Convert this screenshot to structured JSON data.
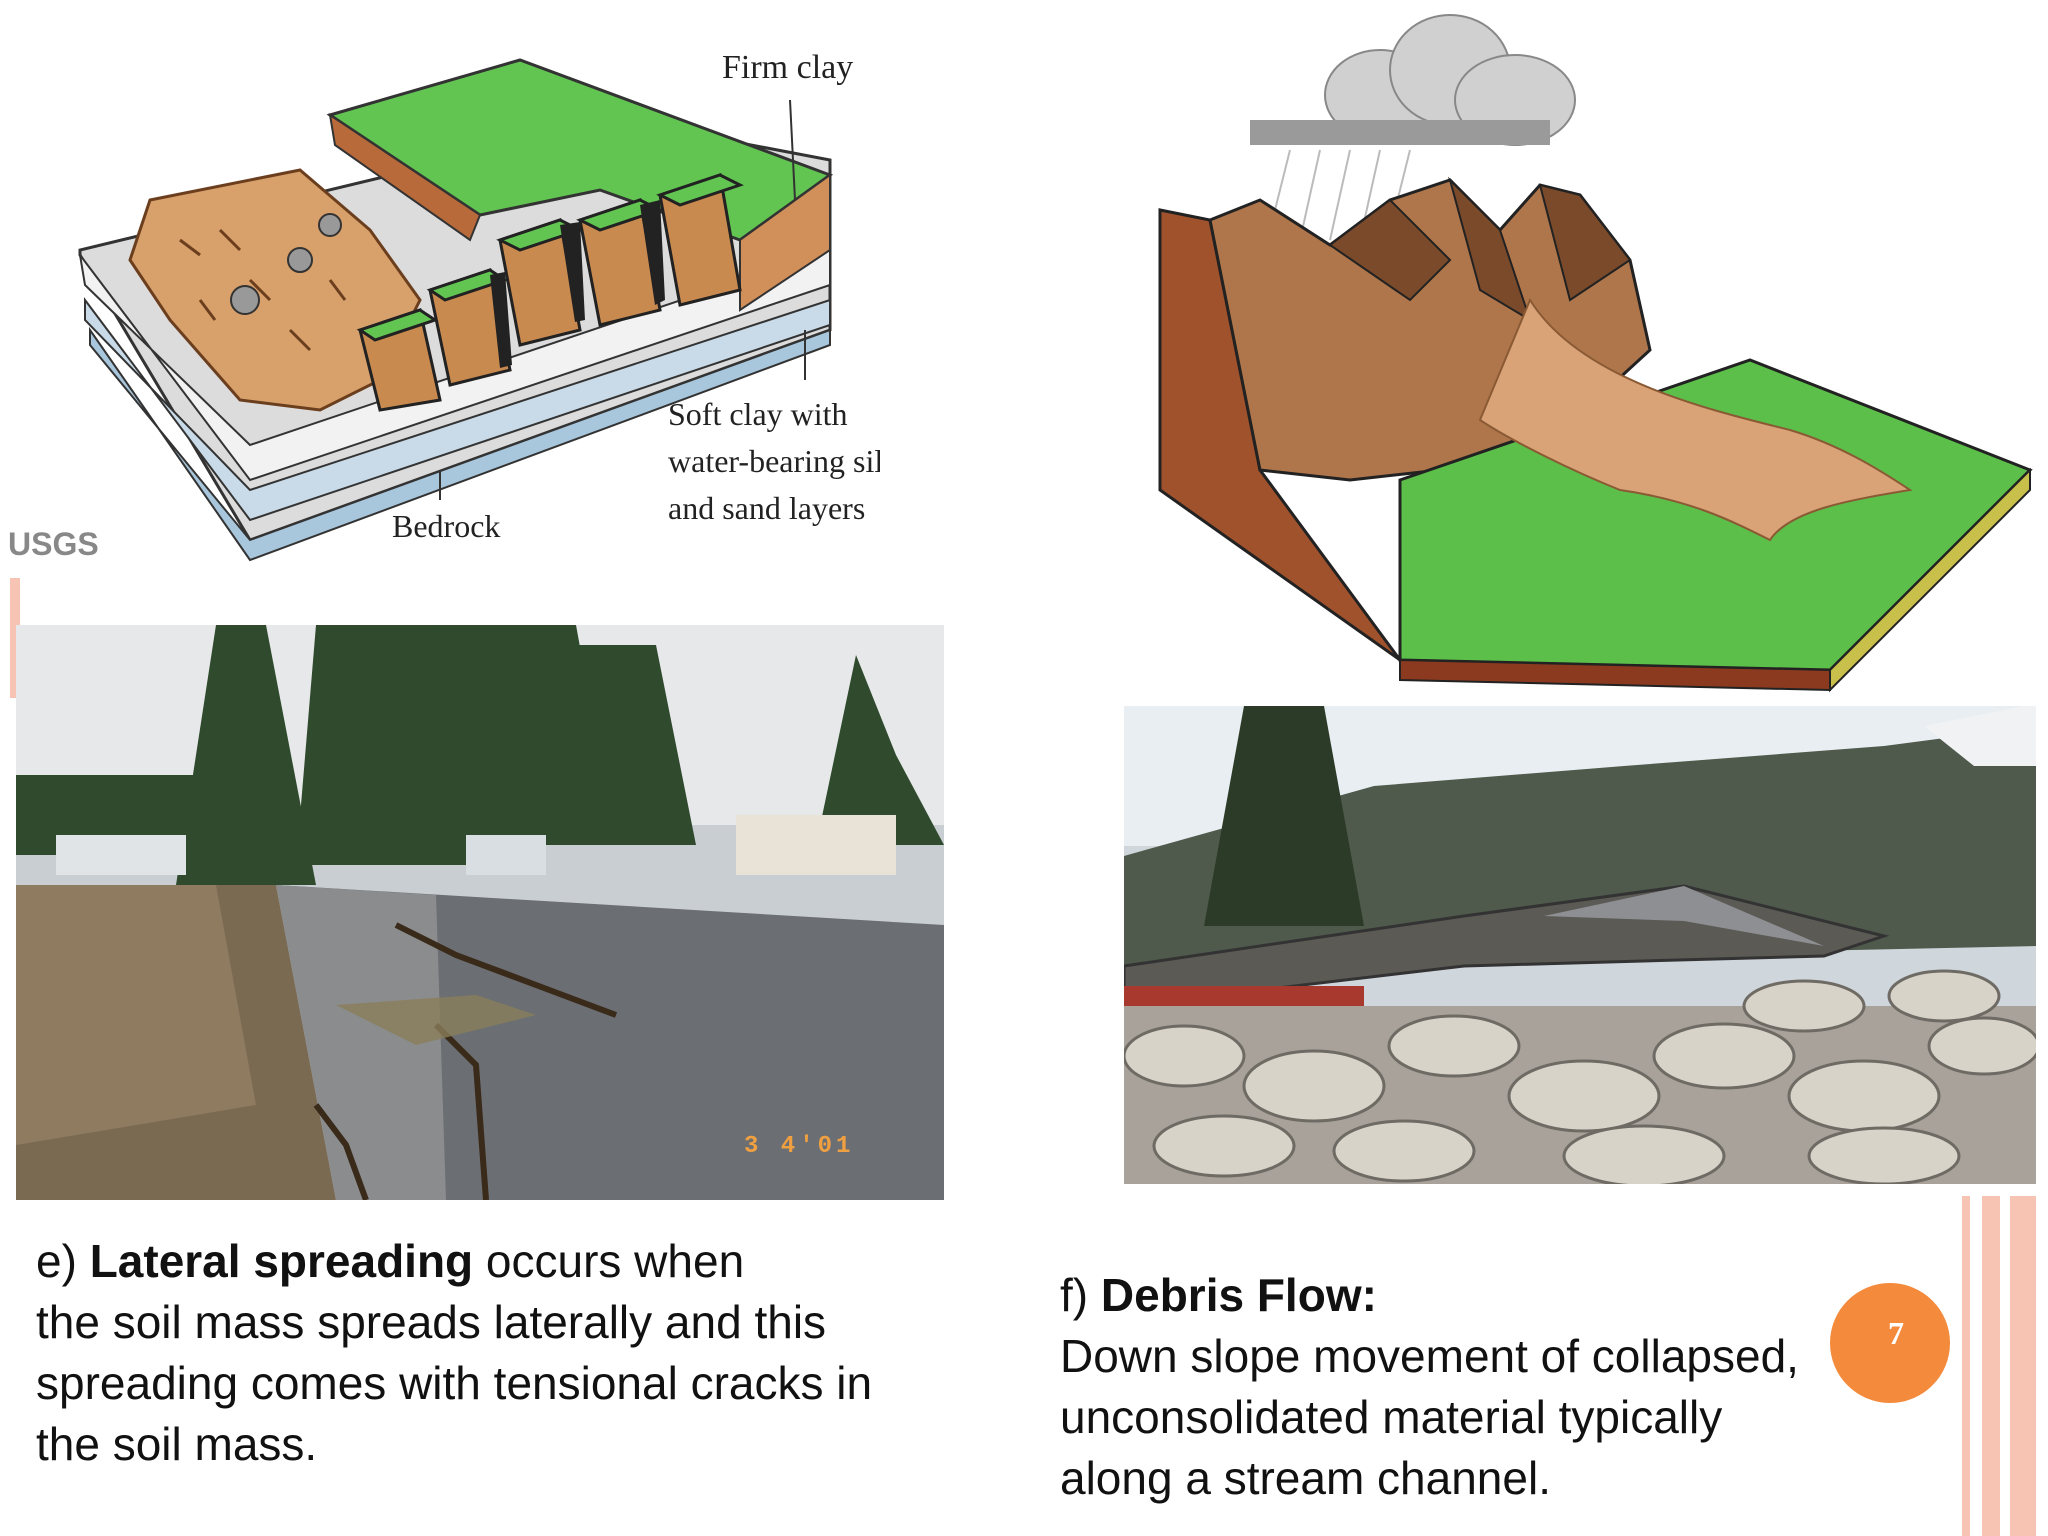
{
  "figure_lateral": {
    "labels": {
      "firm_clay": "Firm clay",
      "soft_clay_1": "Soft clay with",
      "soft_clay_2": "water-bearing silt",
      "soft_clay_3": "and sand layers",
      "bedrock": "Bedrock",
      "credit": "USGS"
    }
  },
  "photo_lateral": {
    "date_stamp": "3 4'01"
  },
  "caption_e": {
    "prefix": "e) ",
    "term": "Lateral spreading",
    "line1_rest": " occurs when",
    "line2": "the soil mass spreads laterally and this",
    "line3": "spreading comes with tensional cracks in",
    "line4": "the soil mass."
  },
  "caption_f": {
    "prefix": "f) ",
    "term": "Debris Flow:",
    "line2": "Down slope movement of collapsed,",
    "line3": "unconsolidated material typically",
    "line4": "along a stream channel."
  },
  "slide": {
    "page_number": "7"
  },
  "colors": {
    "accent_orange": "#f48a3c",
    "stripe": "#f7c3b2",
    "grass_green": "#5cc24a",
    "soil_brown": "#c98a50"
  }
}
